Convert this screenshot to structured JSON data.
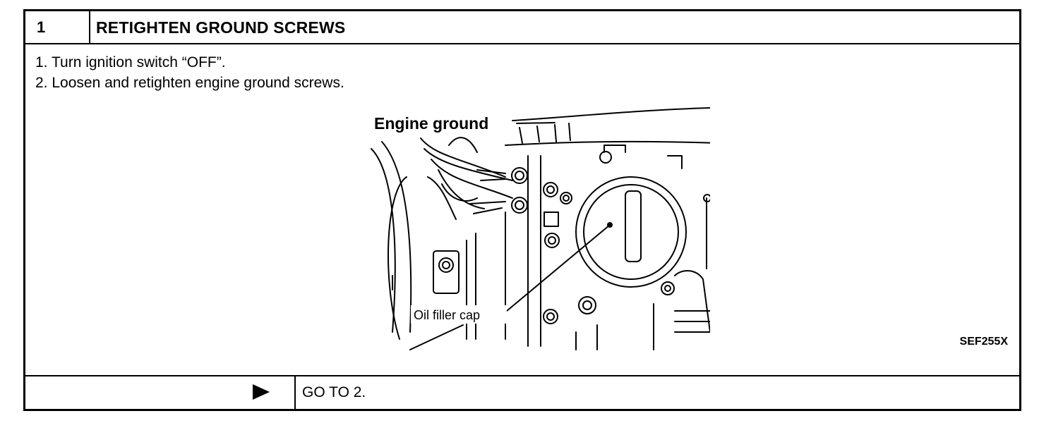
{
  "step": {
    "number": "1",
    "title": "RETIGHTEN GROUND SCREWS"
  },
  "instructions": [
    "1.  Turn ignition switch “OFF”.",
    "2.  Loosen and retighten engine ground screws."
  ],
  "figure": {
    "label_engine_ground": "Engine ground",
    "label_oil_filler_cap": "Oil filler cap",
    "figure_id": "SEF255X"
  },
  "footer": {
    "arrow_icon": "right-triangle-arrow",
    "goto_text": "GO TO 2."
  }
}
